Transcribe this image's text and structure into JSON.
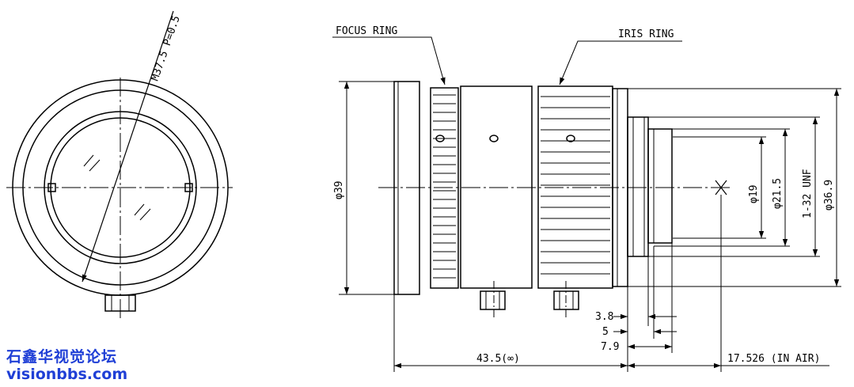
{
  "labels": {
    "thread": "M37.5 P=0.5",
    "focus_ring": "FOCUS RING",
    "iris_ring": "IRIS RING",
    "dia39": "φ39",
    "dia19": "φ19",
    "dia21_5": "φ21.5",
    "mount_thread": "1-32 UNF",
    "dia36_9": "φ36.9",
    "len3_8": "3.8",
    "len5": "5",
    "len7_9": "7.9",
    "len43_5": "43.5(∞)",
    "flange": "17.526 (IN AIR)"
  },
  "watermark": {
    "line1": "石鑫华视觉论坛",
    "line2": "visionbbs.com"
  },
  "colors": {
    "line": "#000000",
    "watermark": "#1f3fd6"
  }
}
